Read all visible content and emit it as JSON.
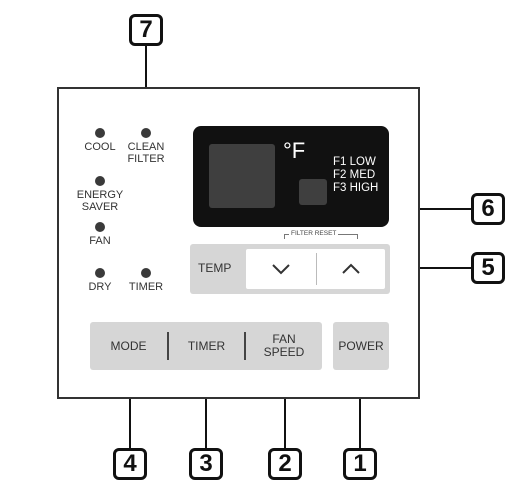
{
  "callouts": {
    "c1": "1",
    "c2": "2",
    "c3": "3",
    "c4": "4",
    "c5": "5",
    "c6": "6",
    "c7": "7"
  },
  "indicators": {
    "cool": "COOL",
    "clean_filter_line1": "CLEAN",
    "clean_filter_line2": "FILTER",
    "energy_saver_line1": "ENERGY",
    "energy_saver_line2": "SAVER",
    "fan": "FAN",
    "dry": "DRY",
    "timer": "TIMER"
  },
  "display": {
    "unit": "°F",
    "fan_speeds": [
      "F1 LOW",
      "F2 MED",
      "F3 HIGH"
    ]
  },
  "temp": {
    "label": "TEMP",
    "filter_reset": "FILTER RESET",
    "down_icon": "chevron-down-icon",
    "up_icon": "chevron-up-icon"
  },
  "buttons": {
    "mode": "MODE",
    "timer": "TIMER",
    "fan_speed_line1": "FAN",
    "fan_speed_line2": "SPEED",
    "power": "POWER"
  }
}
